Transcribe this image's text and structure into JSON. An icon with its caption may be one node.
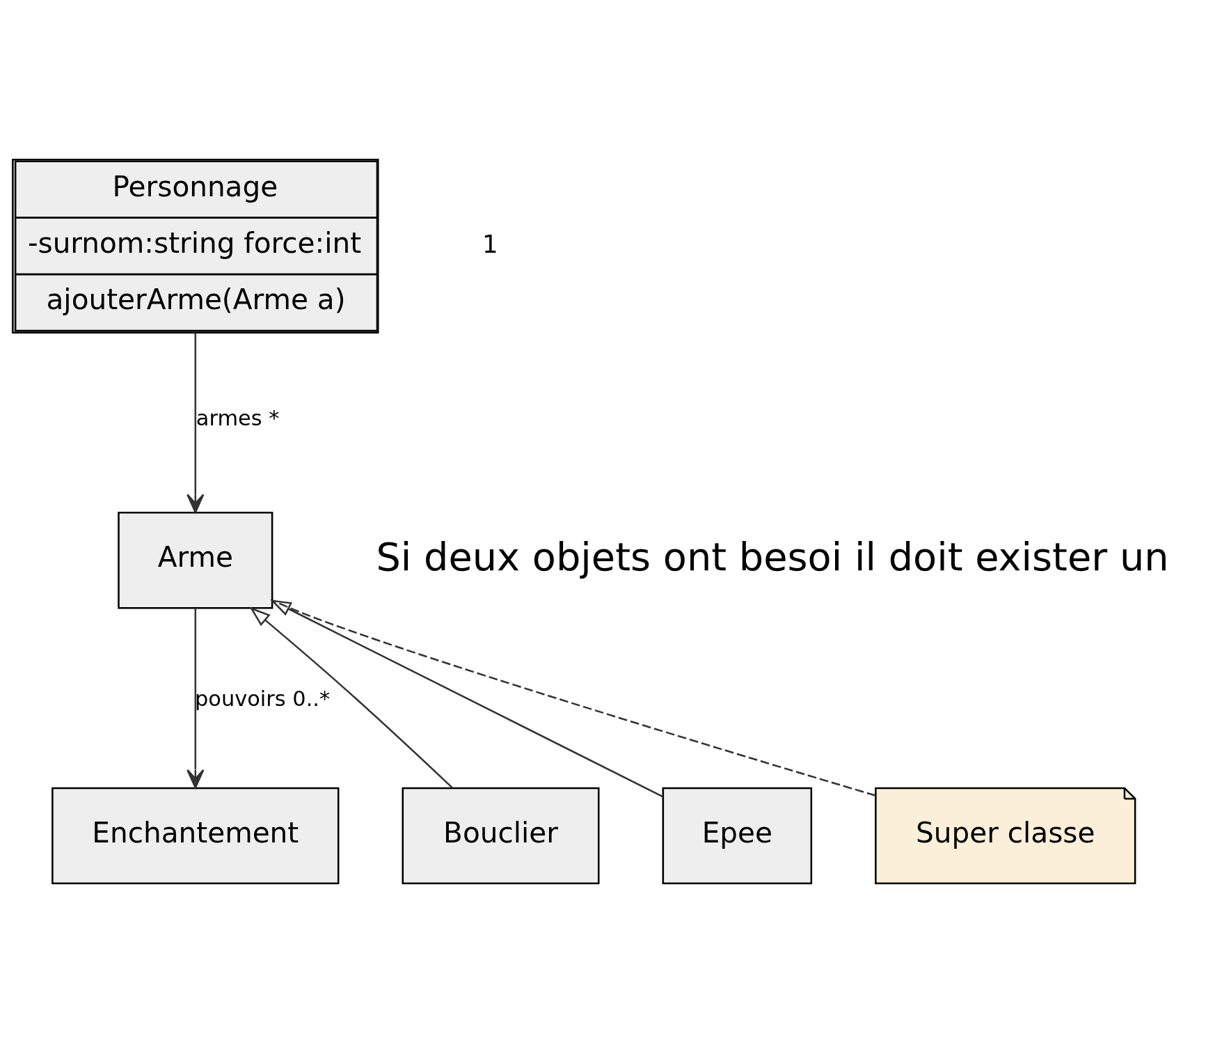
{
  "diagram": {
    "nodes": [
      {
        "text": [
          "Personnage",
          "-surnom:string force:int",
          "ajouterArme(Arme a)"
        ]
      },
      {
        "text": [
          "Arme"
        ]
      },
      {
        "text": [
          "Bouclier"
        ]
      },
      {
        "text": [
          "Epee"
        ]
      },
      {
        "text": [
          "Super classe"
        ]
      },
      {
        "text": [
          "Enchantement"
        ]
      }
    ],
    "edges": [
      {
        "from": 0,
        "to": 1,
        "arrow": "to",
        "label": "armes *"
      },
      {
        "from": 2,
        "to": 1,
        "arrow": "to"
      },
      {
        "from": 3,
        "to": 1,
        "arrow": "to"
      },
      {
        "from": 4,
        "to": 1,
        "arrow": "none",
        "style": "dashed"
      },
      {
        "from": 1,
        "to": 5,
        "arrow": "to",
        "label": "pouvoirs 0..*"
      }
    ],
    "labels": [
      "1",
      "Si deux objets ont besoi il doit exister un"
    ]
  }
}
